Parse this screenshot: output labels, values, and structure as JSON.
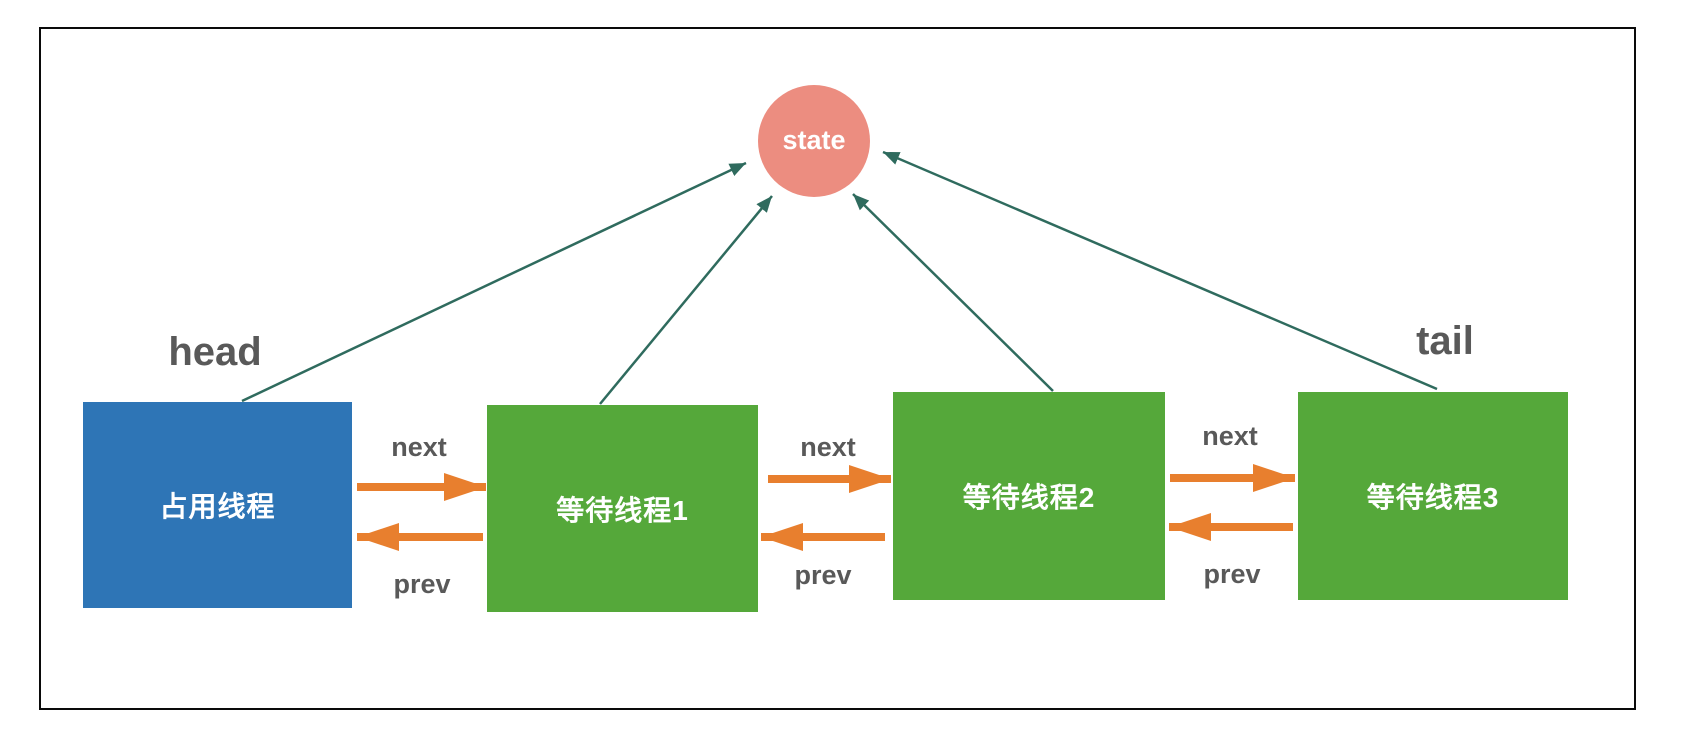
{
  "diagram": {
    "description": "AQS sync queue diagram: thread nodes linked by next/prev pointers, all pointing to shared state",
    "state_node": {
      "label": "state",
      "color": "#EC8D80"
    },
    "head_pointer": {
      "label": "head"
    },
    "tail_pointer": {
      "label": "tail"
    },
    "nodes": [
      {
        "id": "owner",
        "label": "占用线程",
        "color": "#2E75B6",
        "role": "head"
      },
      {
        "id": "wait1",
        "label": "等待线程1",
        "color": "#55A83A",
        "role": ""
      },
      {
        "id": "wait2",
        "label": "等待线程2",
        "color": "#55A83A",
        "role": ""
      },
      {
        "id": "wait3",
        "label": "等待线程3",
        "color": "#55A83A",
        "role": "tail"
      }
    ],
    "links": [
      {
        "from": "占用线程",
        "to": "等待线程1",
        "next_label": "next",
        "prev_label": "prev"
      },
      {
        "from": "等待线程1",
        "to": "等待线程2",
        "next_label": "next",
        "prev_label": "prev"
      },
      {
        "from": "等待线程2",
        "to": "等待线程3",
        "next_label": "next",
        "prev_label": "prev"
      }
    ],
    "state_arrows_from": [
      "占用线程",
      "等待线程1",
      "等待线程2",
      "等待线程3"
    ],
    "colors": {
      "owner_node": "#2E75B6",
      "waiting_node": "#55A83A",
      "state_node": "#EC8D80",
      "pointer_arrow": "#E87F2E",
      "state_arrow": "#2F6B5E",
      "label_text": "#595959",
      "node_text": "#FFFFFF",
      "frame_border": "#0A0A0A"
    }
  }
}
